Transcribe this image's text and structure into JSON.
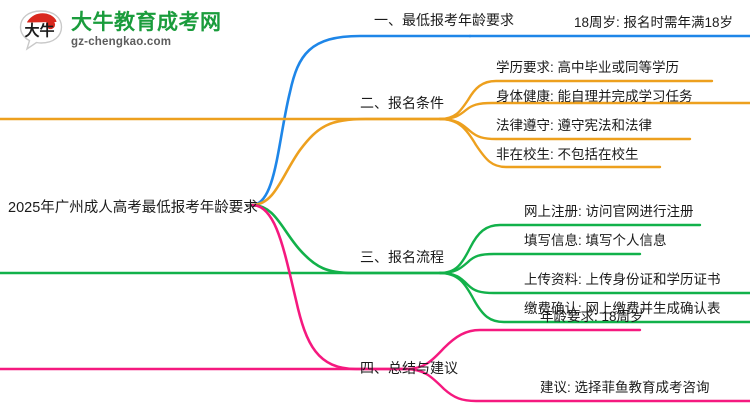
{
  "logo": {
    "mark_name": "daniu-speech-bubble-logo",
    "title": "大牛教育成考网",
    "subtitle": "gz-chengkao.com",
    "mark_char": "大牛",
    "brand_green": "#1a9c3c",
    "brand_red": "#d9281e"
  },
  "mindmap": {
    "root": {
      "label": "2025年广州成人高考最低报考年龄要求"
    },
    "branches": [
      {
        "label": "一、最低报考年龄要求",
        "color": "#1e86e8",
        "leaves": [
          {
            "label": "18周岁: 报名时需年满18岁"
          }
        ]
      },
      {
        "label": "二、报名条件",
        "color": "#eda01e",
        "leaves": [
          {
            "label": "学历要求: 高中毕业或同等学历"
          },
          {
            "label": "身体健康: 能自理并完成学习任务"
          },
          {
            "label": "法律遵守: 遵守宪法和法律"
          },
          {
            "label": "非在校生: 不包括在校生"
          }
        ]
      },
      {
        "label": "三、报名流程",
        "color": "#12b14a",
        "leaves": [
          {
            "label": "网上注册: 访问官网进行注册"
          },
          {
            "label": "填写信息: 填写个人信息"
          },
          {
            "label": "上传资料: 上传身份证和学历证书"
          },
          {
            "label": "缴费确认: 网上缴费并生成确认表"
          }
        ]
      },
      {
        "label": "四、总结与建议",
        "color": "#f5197f",
        "leaves": [
          {
            "label": "年龄要求: 18周岁"
          },
          {
            "label": "建议: 选择菲鱼教育成考咨询"
          }
        ]
      }
    ]
  }
}
